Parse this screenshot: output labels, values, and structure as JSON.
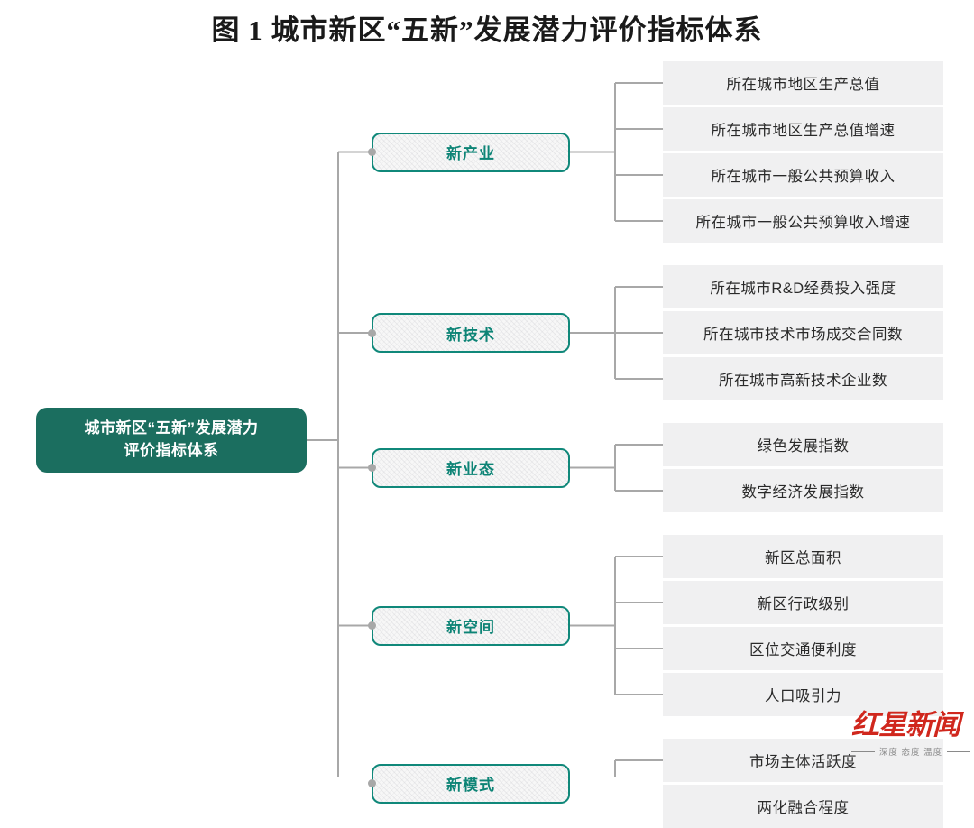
{
  "title": "图 1 城市新区“五新”发展潜力评价指标体系",
  "colors": {
    "root_fill": "#1b6e5f",
    "root_text": "#ffffff",
    "branch_border": "#10887a",
    "branch_text": "#0d8476",
    "branch_fill": "#f7f7f7",
    "leaf_fill": "#f0f0f1",
    "leaf_text": "#2a2a2a",
    "connector": "#a8a8a8",
    "watermark_red": "#d0271d"
  },
  "root": {
    "line1": "城市新区“五新”发展潜力",
    "line2": "评价指标体系"
  },
  "branches": [
    {
      "label": "新产业",
      "children": [
        "所在城市地区生产总值",
        "所在城市地区生产总值增速",
        "所在城市一般公共预算收入",
        "所在城市一般公共预算收入增速"
      ]
    },
    {
      "label": "新技术",
      "children": [
        "所在城市R&D经费投入强度",
        "所在城市技术市场成交合同数",
        "所在城市高新技术企业数"
      ]
    },
    {
      "label": "新业态",
      "children": [
        "绿色发展指数",
        "数字经济发展指数"
      ]
    },
    {
      "label": "新空间",
      "children": [
        "新区总面积",
        "新区行政级别",
        "区位交通便利度",
        "人口吸引力"
      ]
    },
    {
      "label": "新模式",
      "children": [
        "市场主体活跃度",
        "两化融合程度"
      ]
    }
  ],
  "watermark": {
    "brand": "红星新闻",
    "tagline": "深度 态度 温度"
  }
}
